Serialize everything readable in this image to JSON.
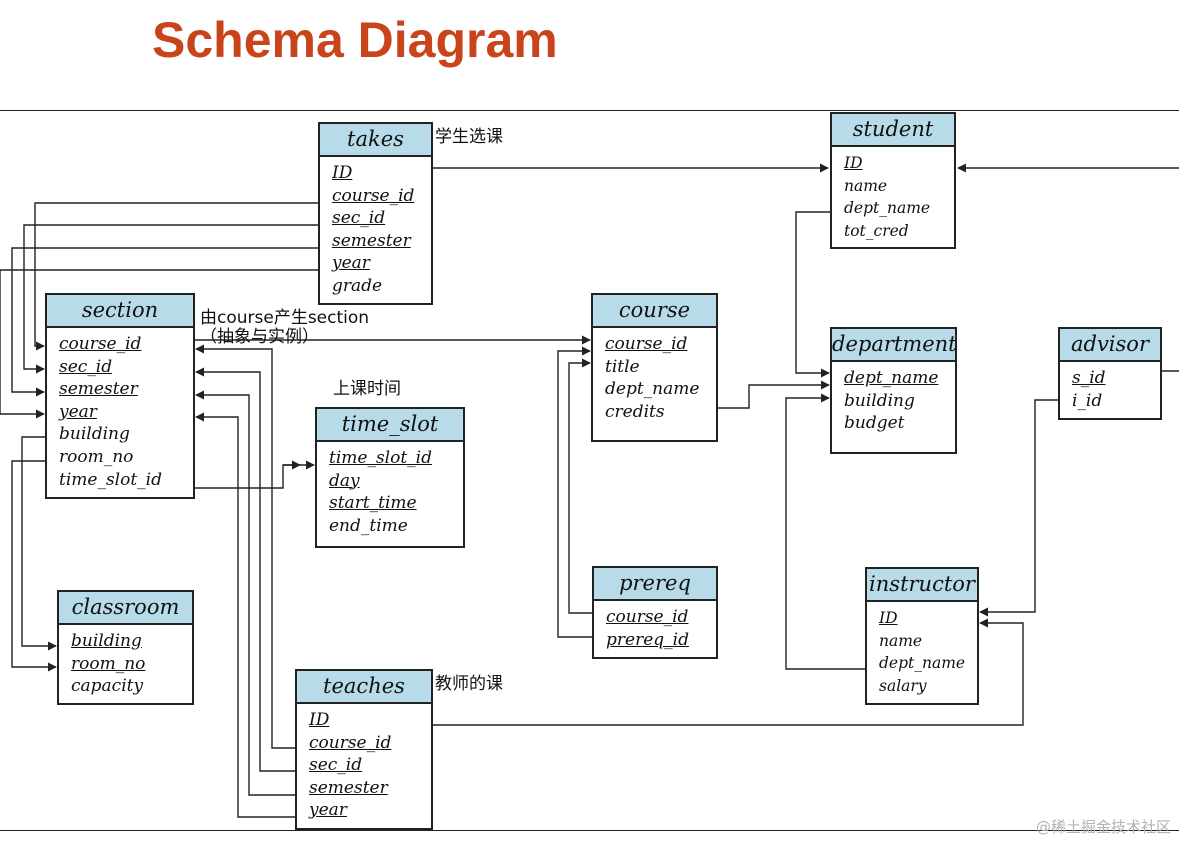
{
  "title": "Schema Diagram",
  "watermark": "@稀土掘金技术社区",
  "colors": {
    "title": "#c9441a",
    "header_fill": "#b7dbe8",
    "line": "#222222"
  },
  "notes": {
    "takes": "学生选课",
    "section_line1": "由course产生section",
    "section_line2": "（抽象与实例）",
    "time_slot": "上课时间",
    "teaches": "教师的课"
  },
  "tables": {
    "takes": {
      "name": "takes",
      "attrs": [
        {
          "text": "ID",
          "pk": true
        },
        {
          "text": "course_id",
          "pk": true
        },
        {
          "text": "sec_id",
          "pk": true
        },
        {
          "text": "semester",
          "pk": true
        },
        {
          "text": "year",
          "pk": true
        },
        {
          "text": "grade",
          "pk": false
        }
      ]
    },
    "student": {
      "name": "student",
      "attrs": [
        {
          "text": "ID",
          "pk": true
        },
        {
          "text": "name",
          "pk": false
        },
        {
          "text": "dept_name",
          "pk": false
        },
        {
          "text": "tot_cred",
          "pk": false
        }
      ]
    },
    "section": {
      "name": "section",
      "attrs": [
        {
          "text": "course_id",
          "pk": true
        },
        {
          "text": "sec_id",
          "pk": true
        },
        {
          "text": "semester",
          "pk": true
        },
        {
          "text": "year",
          "pk": true
        },
        {
          "text": "building",
          "pk": false
        },
        {
          "text": "room_no",
          "pk": false
        },
        {
          "text": "time_slot_id",
          "pk": false
        }
      ]
    },
    "course": {
      "name": "course",
      "attrs": [
        {
          "text": "course_id",
          "pk": true
        },
        {
          "text": "title",
          "pk": false
        },
        {
          "text": "dept_name",
          "pk": false
        },
        {
          "text": "credits",
          "pk": false
        }
      ]
    },
    "department": {
      "name": "department",
      "attrs": [
        {
          "text": "dept_name",
          "pk": true
        },
        {
          "text": "building",
          "pk": false
        },
        {
          "text": "budget",
          "pk": false
        }
      ]
    },
    "advisor": {
      "name": "advisor",
      "attrs": [
        {
          "text": "s_id",
          "pk": true
        },
        {
          "text": "i_id",
          "pk": false
        }
      ]
    },
    "time_slot": {
      "name": "time_slot",
      "attrs": [
        {
          "text": "time_slot_id",
          "pk": true
        },
        {
          "text": "day",
          "pk": true
        },
        {
          "text": "start_time",
          "pk": true
        },
        {
          "text": "end_time",
          "pk": false
        }
      ]
    },
    "classroom": {
      "name": "classroom",
      "attrs": [
        {
          "text": "building",
          "pk": true
        },
        {
          "text": "room_no",
          "pk": true
        },
        {
          "text": "capacity",
          "pk": false
        }
      ]
    },
    "prereq": {
      "name": "prereq",
      "attrs": [
        {
          "text": "course_id",
          "pk": true
        },
        {
          "text": "prereq_id",
          "pk": true
        }
      ]
    },
    "instructor": {
      "name": "instructor",
      "attrs": [
        {
          "text": "ID",
          "pk": true
        },
        {
          "text": "name",
          "pk": false
        },
        {
          "text": "dept_name",
          "pk": false
        },
        {
          "text": "salary",
          "pk": false
        }
      ]
    },
    "teaches": {
      "name": "teaches",
      "attrs": [
        {
          "text": "ID",
          "pk": true
        },
        {
          "text": "course_id",
          "pk": true
        },
        {
          "text": "sec_id",
          "pk": true
        },
        {
          "text": "semester",
          "pk": true
        },
        {
          "text": "year",
          "pk": true
        }
      ]
    }
  }
}
